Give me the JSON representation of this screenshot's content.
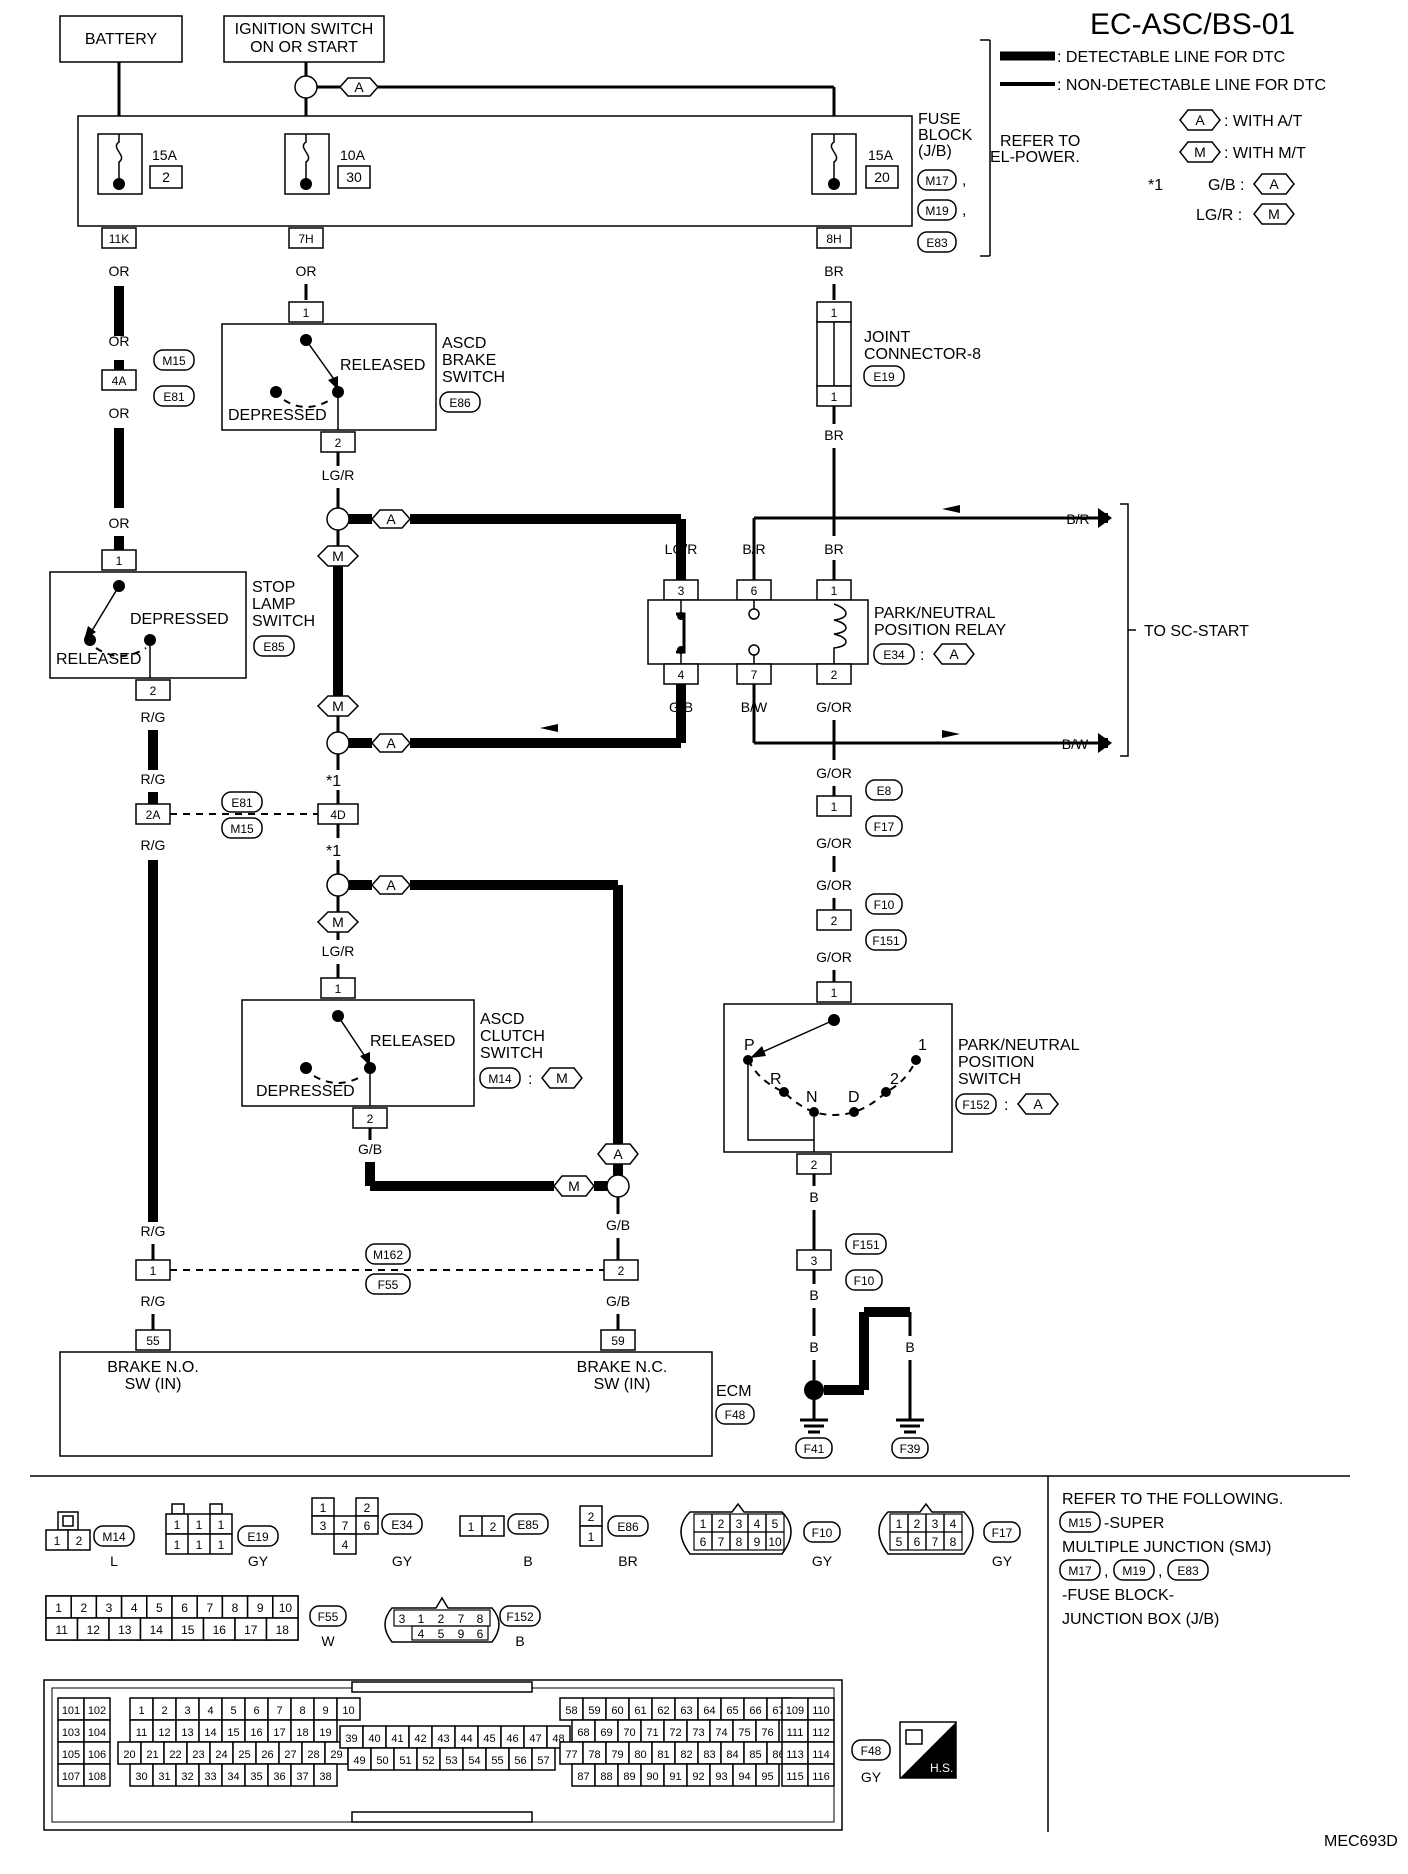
{
  "page": {
    "title": "EC-ASC/BS-01",
    "figure_id": "MEC693D"
  },
  "legend": {
    "detectable_line": ": DETECTABLE LINE FOR DTC",
    "non_detectable_line": ": NON-DETECTABLE LINE FOR DTC",
    "with_at_tag": "A",
    "with_at": ": WITH A/T",
    "with_mt_tag": "M",
    "with_mt": ": WITH M/T",
    "star1_mark": "*1",
    "star1_gb": "G/B :",
    "star1_lgr": "LG/R :"
  },
  "power": {
    "battery": "BATTERY",
    "ignition_line1": "IGNITION SWITCH",
    "ignition_line2": "ON OR START",
    "fuse_block_lines": [
      "FUSE",
      "BLOCK",
      "(J/B)"
    ],
    "refer_lines": [
      "REFER TO",
      "EL-POWER."
    ],
    "fuse_block_connectors": [
      "M17",
      "M19",
      "E83"
    ],
    "fuses": [
      {
        "amp": "15A",
        "num": "2",
        "pin": "11K"
      },
      {
        "amp": "10A",
        "num": "30",
        "pin": "7H"
      },
      {
        "amp": "15A",
        "num": "20",
        "pin": "8H"
      }
    ]
  },
  "wire_colors": {
    "or": "OR",
    "br": "BR",
    "lgr": "LG/R",
    "rg": "R/G",
    "gb": "G/B",
    "br_r": "B/R",
    "bw": "B/W",
    "gor": "G/OR",
    "b": "B"
  },
  "components": {
    "asc_brake_switch": {
      "name_lines": [
        "ASCD",
        "BRAKE",
        "SWITCH"
      ],
      "connector": "E86",
      "released": "RELEASED",
      "depressed": "DEPRESSED",
      "pin1": "1",
      "pin2": "2"
    },
    "stop_lamp_switch": {
      "name_lines": [
        "STOP",
        "LAMP",
        "SWITCH"
      ],
      "connector": "E85",
      "released": "RELEASED",
      "depressed": "DEPRESSED",
      "pin1": "1",
      "pin2": "2"
    },
    "joint_connector": {
      "name_lines": [
        "JOINT",
        "CONNECTOR-8"
      ],
      "connector": "E19",
      "pin_top": "1",
      "pin_bottom": "1"
    },
    "pn_relay": {
      "name_lines": [
        "PARK/NEUTRAL",
        "POSITION RELAY"
      ],
      "connector": "E34",
      "pins_top": [
        "3",
        "6",
        "1"
      ],
      "pins_bottom": [
        "4",
        "7",
        "2"
      ]
    },
    "to_sc_start": "TO SC-START",
    "asc_clutch_switch": {
      "name_lines": [
        "ASCD",
        "CLUTCH",
        "SWITCH"
      ],
      "connector": "M14",
      "released": "RELEASED",
      "depressed": "DEPRESSED",
      "pin1": "1",
      "pin2": "2"
    },
    "pn_switch": {
      "name_lines": [
        "PARK/NEUTRAL",
        "POSITION",
        "SWITCH"
      ],
      "connector": "F152",
      "positions": [
        "P",
        "R",
        "N",
        "D",
        "2",
        "1"
      ],
      "pin1": "1",
      "pin2": "2"
    },
    "ecm": {
      "name": "ECM",
      "connector": "F48",
      "pin55": "55",
      "pin59": "59",
      "in55_lines": [
        "BRAKE N.O.",
        "SW (IN)"
      ],
      "in59_lines": [
        "BRAKE N.C.",
        "SW (IN)"
      ]
    }
  },
  "connectors": {
    "m15": "M15",
    "e81": "E81",
    "pin4a": "4A",
    "pin2a": "2A",
    "pin4d": "4D",
    "e8": "E8",
    "f17": "F17",
    "f10": "F10",
    "f151": "F151",
    "m162": "M162",
    "f55": "F55",
    "pin1": "1",
    "pin2": "2",
    "pin3": "3",
    "f41": "F41",
    "f39": "F39"
  },
  "bottom_legend": {
    "m14": {
      "id": "M14",
      "color": "L"
    },
    "e19": {
      "id": "E19",
      "color": "GY"
    },
    "e34": {
      "id": "E34",
      "color": "GY",
      "pins": [
        "1",
        "2",
        "3",
        "7",
        "6",
        "4"
      ]
    },
    "e85": {
      "id": "E85",
      "color": "B"
    },
    "e86": {
      "id": "E86",
      "color": "BR"
    },
    "f10": {
      "id": "F10",
      "color": "GY",
      "pins": [
        "1",
        "2",
        "3",
        "4",
        "5",
        "6",
        "7",
        "8",
        "9",
        "10"
      ]
    },
    "f17": {
      "id": "F17",
      "color": "GY",
      "pins": [
        "1",
        "2",
        "3",
        "4",
        "5",
        "6",
        "7",
        "8"
      ]
    },
    "f55": {
      "id": "F55",
      "color": "W",
      "pins": [
        "1",
        "2",
        "3",
        "4",
        "5",
        "6",
        "7",
        "8",
        "9",
        "10",
        "11",
        "12",
        "13",
        "14",
        "15",
        "16",
        "17",
        "18"
      ]
    },
    "f152": {
      "id": "F152",
      "color": "B",
      "pins": [
        "3",
        "1",
        "2",
        "7",
        "8",
        "4",
        "5",
        "9",
        "6"
      ]
    },
    "f48": {
      "id": "F48",
      "color": "GY",
      "badge": "H.S."
    },
    "refer_lines": [
      "REFER TO THE FOLLOWING.",
      "-SUPER",
      "MULTIPLE JUNCTION (SMJ)",
      "-FUSE BLOCK-",
      "JUNCTION BOX (J/B)"
    ],
    "refer_m15": "M15",
    "refer_m17": "M17",
    "refer_m19": "M19",
    "refer_e83": "E83"
  }
}
